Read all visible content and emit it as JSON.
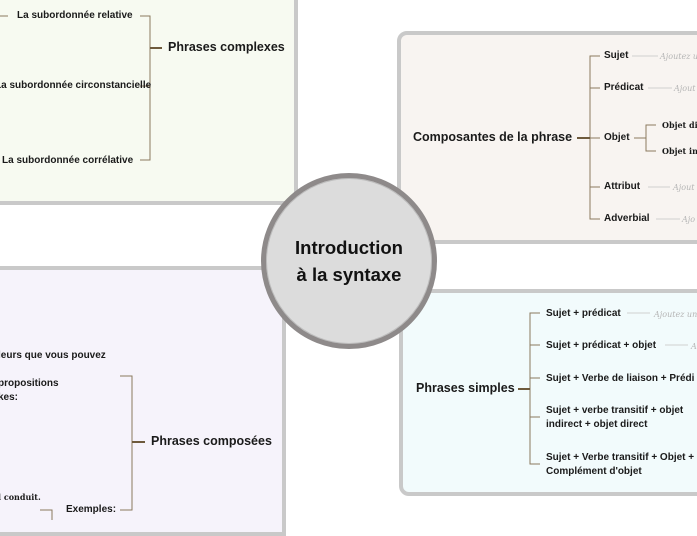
{
  "center": {
    "title": "Introduction à la syntaxe"
  },
  "complexes": {
    "label": "Phrases complexes",
    "items": [
      "La subordonnée relative",
      "La subordonnée circonstancielle",
      "La subordonnée corrélative"
    ]
  },
  "composees": {
    "label": "Phrases composées",
    "text1": "leurs que vous pouvez",
    "text2": "propositions",
    "text3": "kes:",
    "exemples": "Exemples:",
    "exemple_fragment": "l conduit."
  },
  "composantes": {
    "label": "Composantes de la phrase",
    "items": [
      "Sujet",
      "Prédicat",
      "Objet",
      "Attribut",
      "Adverbial"
    ],
    "objet_children": [
      "Objet dir",
      "Objet ind"
    ],
    "hints": [
      "Ajoutez u",
      "Ajout",
      "Ajout",
      "Ajo"
    ]
  },
  "simples": {
    "label": "Phrases simples",
    "items": [
      "Sujet + prédicat",
      "Sujet + prédicat + objet",
      "Sujet + Verbe de liaison + Prédi",
      "Sujet + verbe transitif + objet",
      "indirect + objet direct",
      "Sujet + Verbe transitif + Objet +",
      "Complément d'objet"
    ],
    "hints": [
      "Ajoutez un",
      "A"
    ]
  }
}
